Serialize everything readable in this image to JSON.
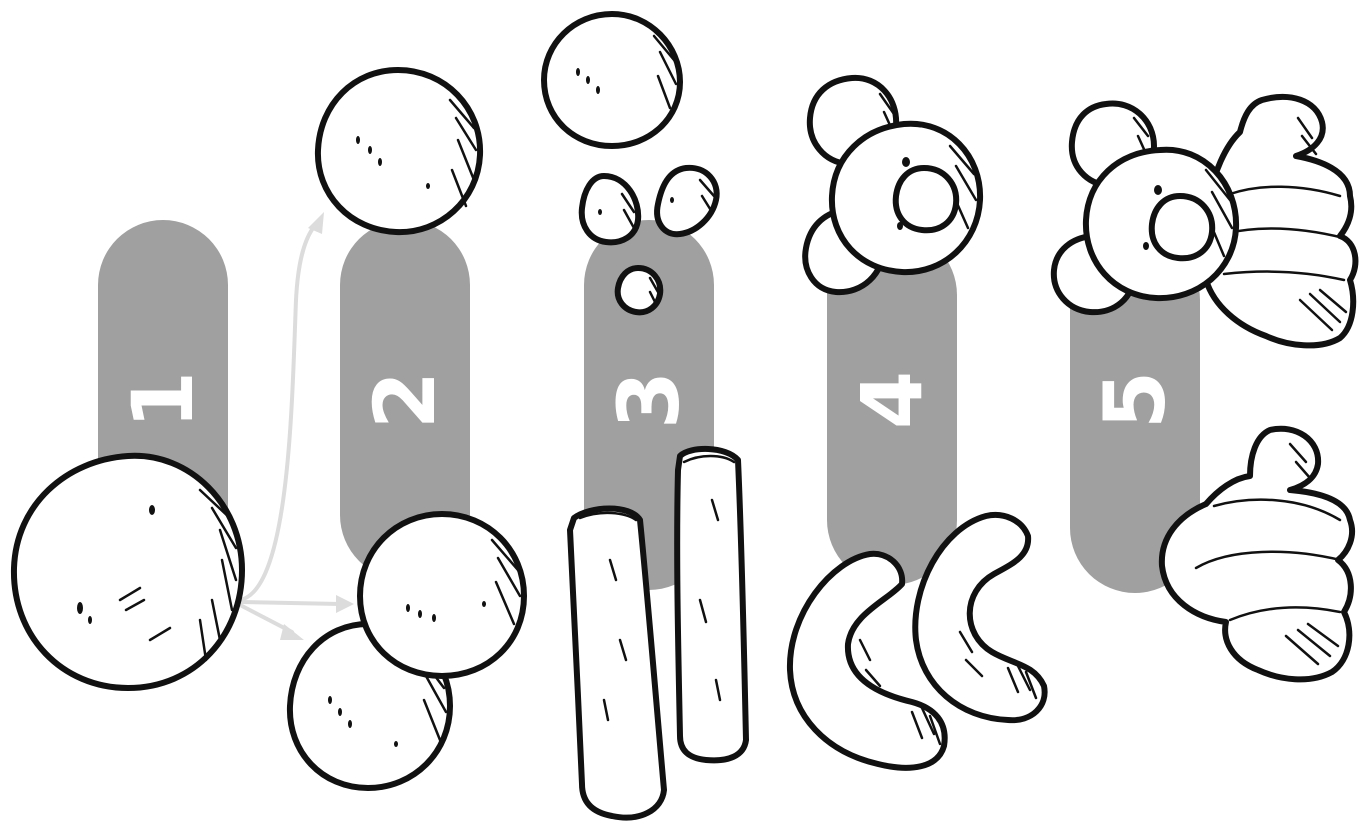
{
  "steps": [
    {
      "label": "1"
    },
    {
      "label": "2"
    },
    {
      "label": "3"
    },
    {
      "label": "4"
    },
    {
      "label": "5"
    }
  ],
  "colors": {
    "pill": "#a0a0a0",
    "outline": "#111111",
    "dough": "#ffffff",
    "arrow": "#dcdcdc",
    "label": "#ffffff"
  }
}
